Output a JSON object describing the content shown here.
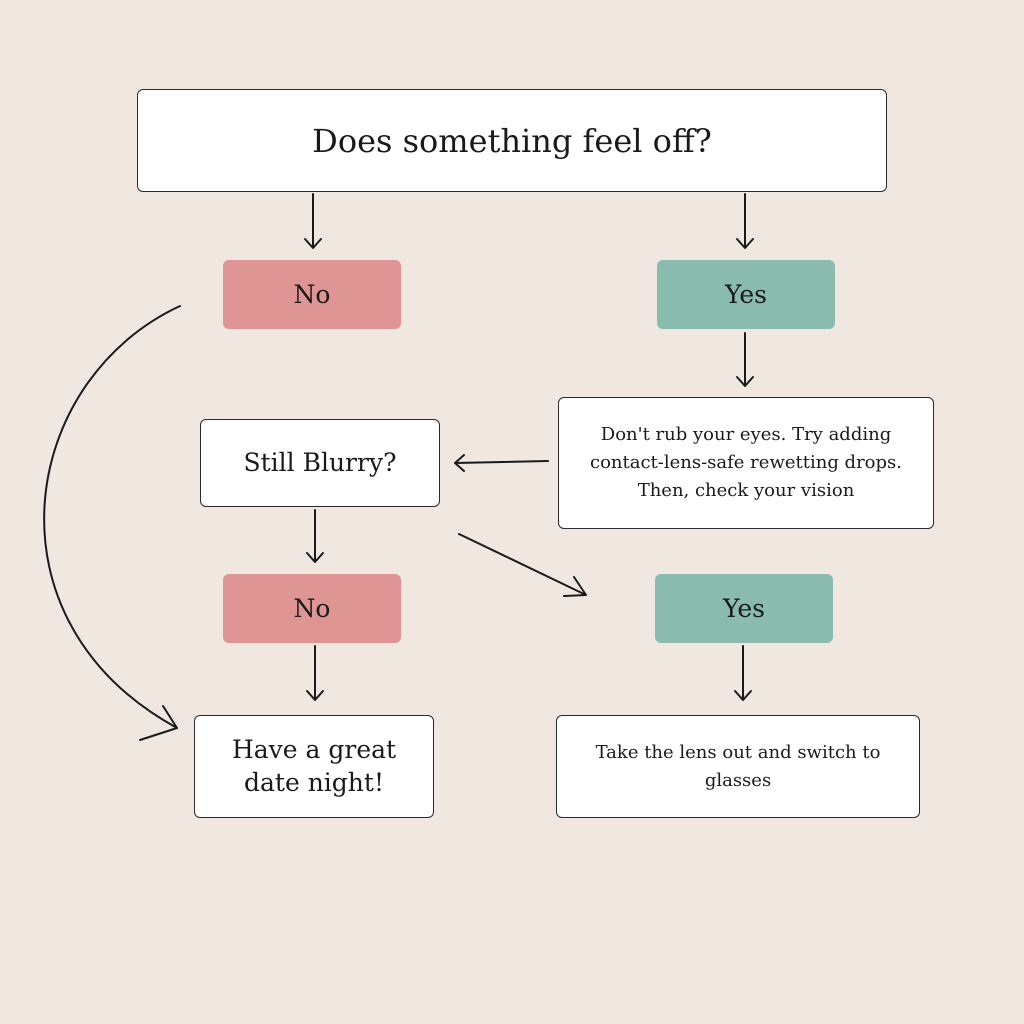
{
  "question": "Does something feel off?",
  "branch1": {
    "no": "No",
    "yes": "Yes"
  },
  "advice": "Don't rub your eyes. Try adding contact-lens-safe rewetting drops. Then, check your vision",
  "followup": "Still Blurry?",
  "branch2": {
    "no": "No",
    "yes": "Yes"
  },
  "outcome_good": "Have a great date night!",
  "outcome_switch": "Take the lens out and switch to glasses",
  "colors": {
    "background": "#efe7e0",
    "no": "#df9593",
    "yes": "#89bbaf",
    "box": "#ffffff",
    "stroke": "#1a1a1a"
  }
}
